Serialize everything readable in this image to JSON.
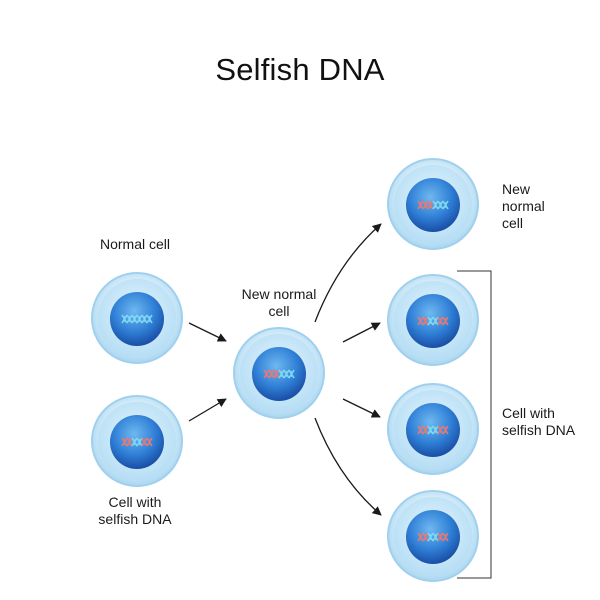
{
  "title": "Selfish DNA",
  "labels": {
    "normal_cell": "Normal cell",
    "cell_selfish_left": [
      "Cell with",
      "selfish DNA"
    ],
    "new_normal_center": [
      "New normal",
      "cell"
    ],
    "new_normal_right": [
      "New",
      "normal",
      "cell"
    ],
    "cell_selfish_right": [
      "Cell with",
      "selfish DNA"
    ]
  },
  "colors": {
    "cell_outer": "#d5ecf8",
    "cell_rim": "#9fd0ee",
    "cytoplasm": "#bfe3f6",
    "nucleus_light": "#5aa8e8",
    "nucleus_dark": "#1f5fb8",
    "dna_normal": "#7fd8f2",
    "dna_selfish": "#e07a7a",
    "arrow": "#1a1a1a",
    "bracket": "#333333"
  }
}
